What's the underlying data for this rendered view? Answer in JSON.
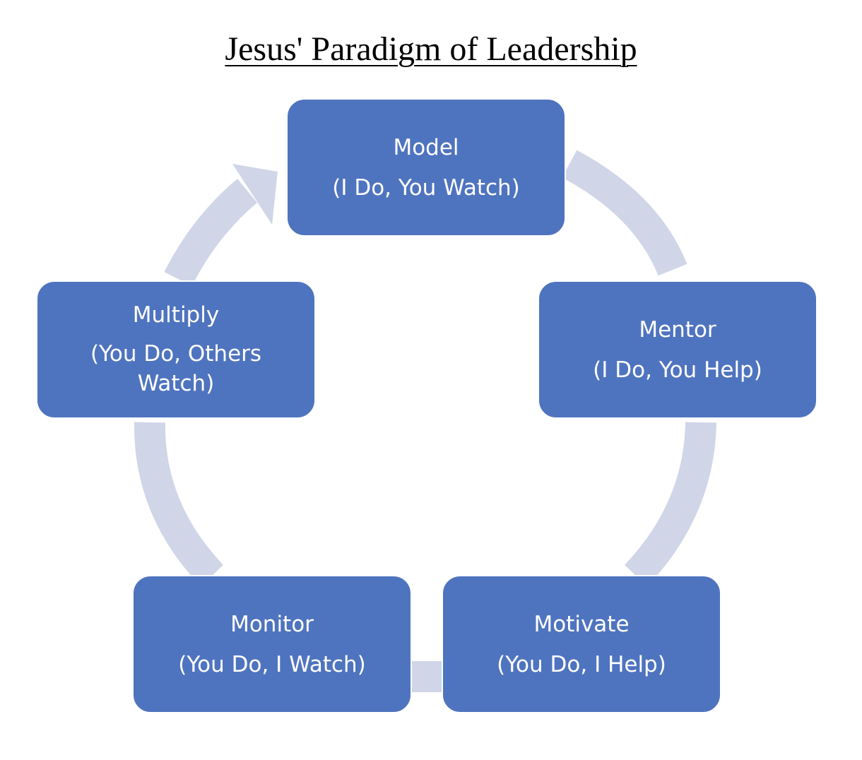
{
  "title": "Jesus' Paradigm of Leadership",
  "colors": {
    "box_fill": "#4f74bf",
    "box_border": "#ffffff",
    "box_text": "#ffffff",
    "arrow": "#d0d6e8",
    "title": "#000000"
  },
  "nodes": [
    {
      "name": "Model",
      "description": "(I Do, You Watch)"
    },
    {
      "name": "Mentor",
      "description": "(I Do, You Help)"
    },
    {
      "name": "Motivate",
      "description": "(You Do, I Help)"
    },
    {
      "name": "Monitor",
      "description": "(You Do, I Watch)"
    },
    {
      "name": "Multiply",
      "description": "(You Do, Others Watch)"
    }
  ],
  "flow": "clockwise cycle",
  "arrowhead_icon": "arrowhead-icon"
}
